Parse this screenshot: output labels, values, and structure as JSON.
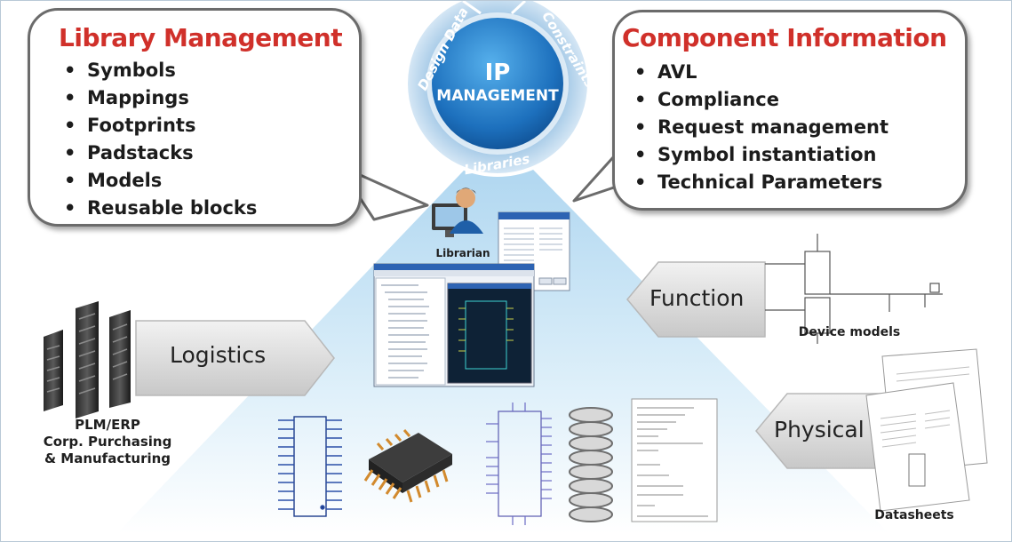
{
  "library_management": {
    "title": "Library Management",
    "items": [
      "Symbols",
      "Mappings",
      "Footprints",
      "Padstacks",
      "Models",
      "Reusable blocks"
    ]
  },
  "component_information": {
    "title": "Component Information",
    "items": [
      "AVL",
      "Compliance",
      "Request management",
      "Symbol instantiation",
      "Technical Parameters"
    ]
  },
  "ip_management": {
    "line1": "IP",
    "line2": "MANAGEMENT",
    "ring_labels": [
      "Design Data",
      "Constraints",
      "Libraries"
    ]
  },
  "librarian_label": "Librarian",
  "arrows": {
    "logistics": "Logistics",
    "function": "Function",
    "physical": "Physical"
  },
  "plm_caption": [
    "PLM/ERP",
    "Corp. Purchasing",
    "& Manufacturing"
  ],
  "device_models_caption": "Device models",
  "datasheets_caption": "Datasheets",
  "colors": {
    "title_red": "#d0302a",
    "ip_blue": "#1f6db8",
    "pyramid_blue": "#cfe6f6",
    "arrow_gray": "#d8d8d8"
  }
}
